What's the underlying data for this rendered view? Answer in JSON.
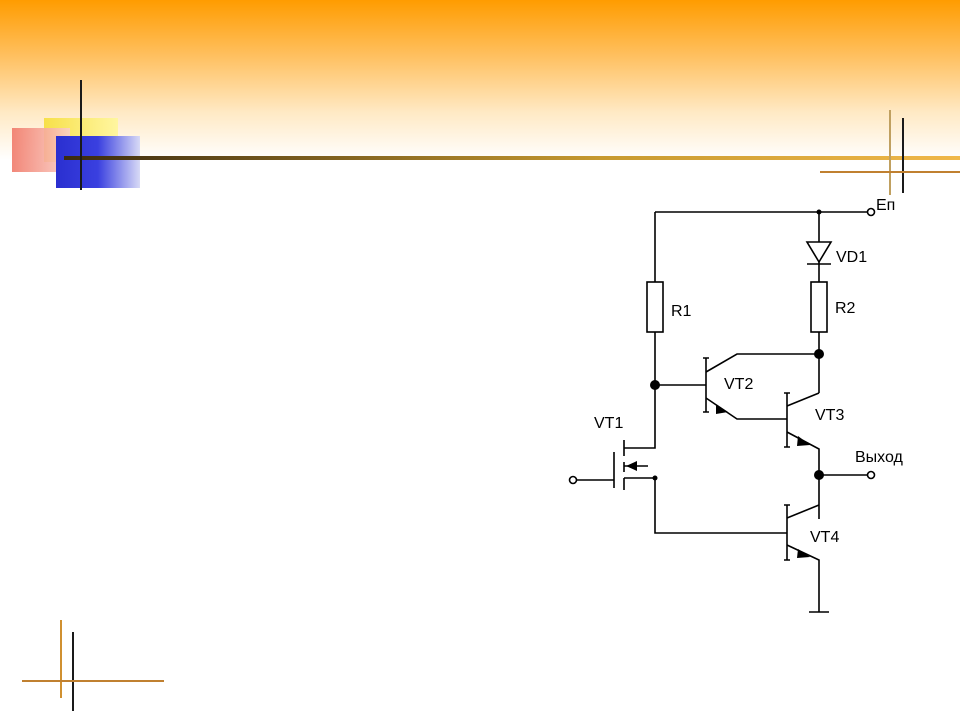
{
  "circuit": {
    "labels": {
      "supply": "Eп",
      "diode": "VD1",
      "r1": "R1",
      "r2": "R2",
      "vt1": "VT1",
      "vt2": "VT2",
      "vt3": "VT3",
      "vt4": "VT4",
      "output": "Выход"
    }
  },
  "colors": {
    "banner_top": "#ff9c00",
    "accent_blue": "#2a2fd0",
    "accent_yellow": "#f7e04a",
    "accent_red": "#f07a6a",
    "wire": "#000000"
  }
}
